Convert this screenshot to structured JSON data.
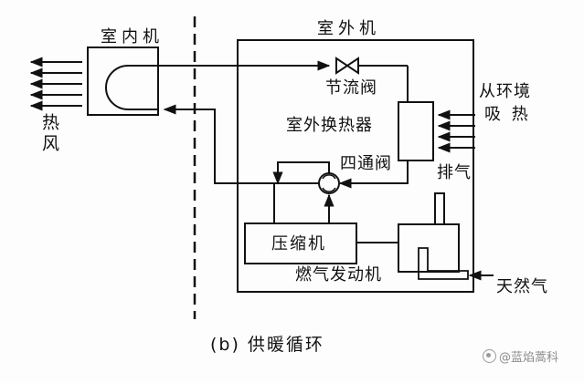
{
  "labels": {
    "indoor_unit": "室内机",
    "outdoor_unit": "室外机",
    "throttle_valve": "节流阀",
    "outdoor_heat_exchanger": "室外换热器",
    "four_way_valve": "四通阀",
    "exhaust": "排气",
    "compressor": "压缩机",
    "gas_engine": "燃气发动机",
    "natural_gas": "天然气",
    "hot_air": "热风",
    "from_env_line1": "从环境",
    "from_env_line2": "吸 热",
    "caption": "(b)  供暖循环"
  },
  "watermark": {
    "text": "@蓝焰蒿科"
  },
  "colors": {
    "line": "#111111",
    "background": "#fdfdfd"
  }
}
